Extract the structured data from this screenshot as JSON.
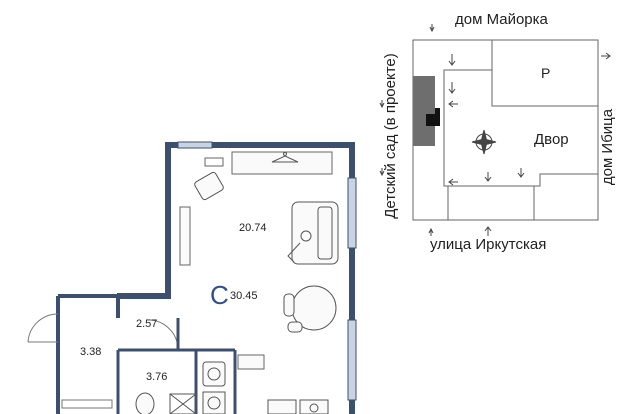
{
  "site_plan": {
    "top_street": "дом Майорка",
    "bottom_street": "улица Иркутская",
    "left_label": "Детский сад (в проекте)",
    "right_label": "дом Ибица",
    "building_letter": "Р",
    "courtyard": "Двор"
  },
  "floor_plan": {
    "room_sizes": {
      "living": "20.74",
      "hall": "2.57",
      "balcony": "3.38",
      "bath": "3.76"
    },
    "apartment_type": "С",
    "total_area": "30.45"
  },
  "colors": {
    "wall": "#3d4f6f",
    "window": "#c9d4e2",
    "highlight": "#6e6e6e",
    "line": "#555555"
  },
  "icons": [
    "compass-icon",
    "sofa-icon",
    "armchair-icon",
    "table-icon",
    "toilet-icon",
    "sink-icon",
    "shower-icon",
    "washing-machine-icon",
    "stove-icon"
  ]
}
